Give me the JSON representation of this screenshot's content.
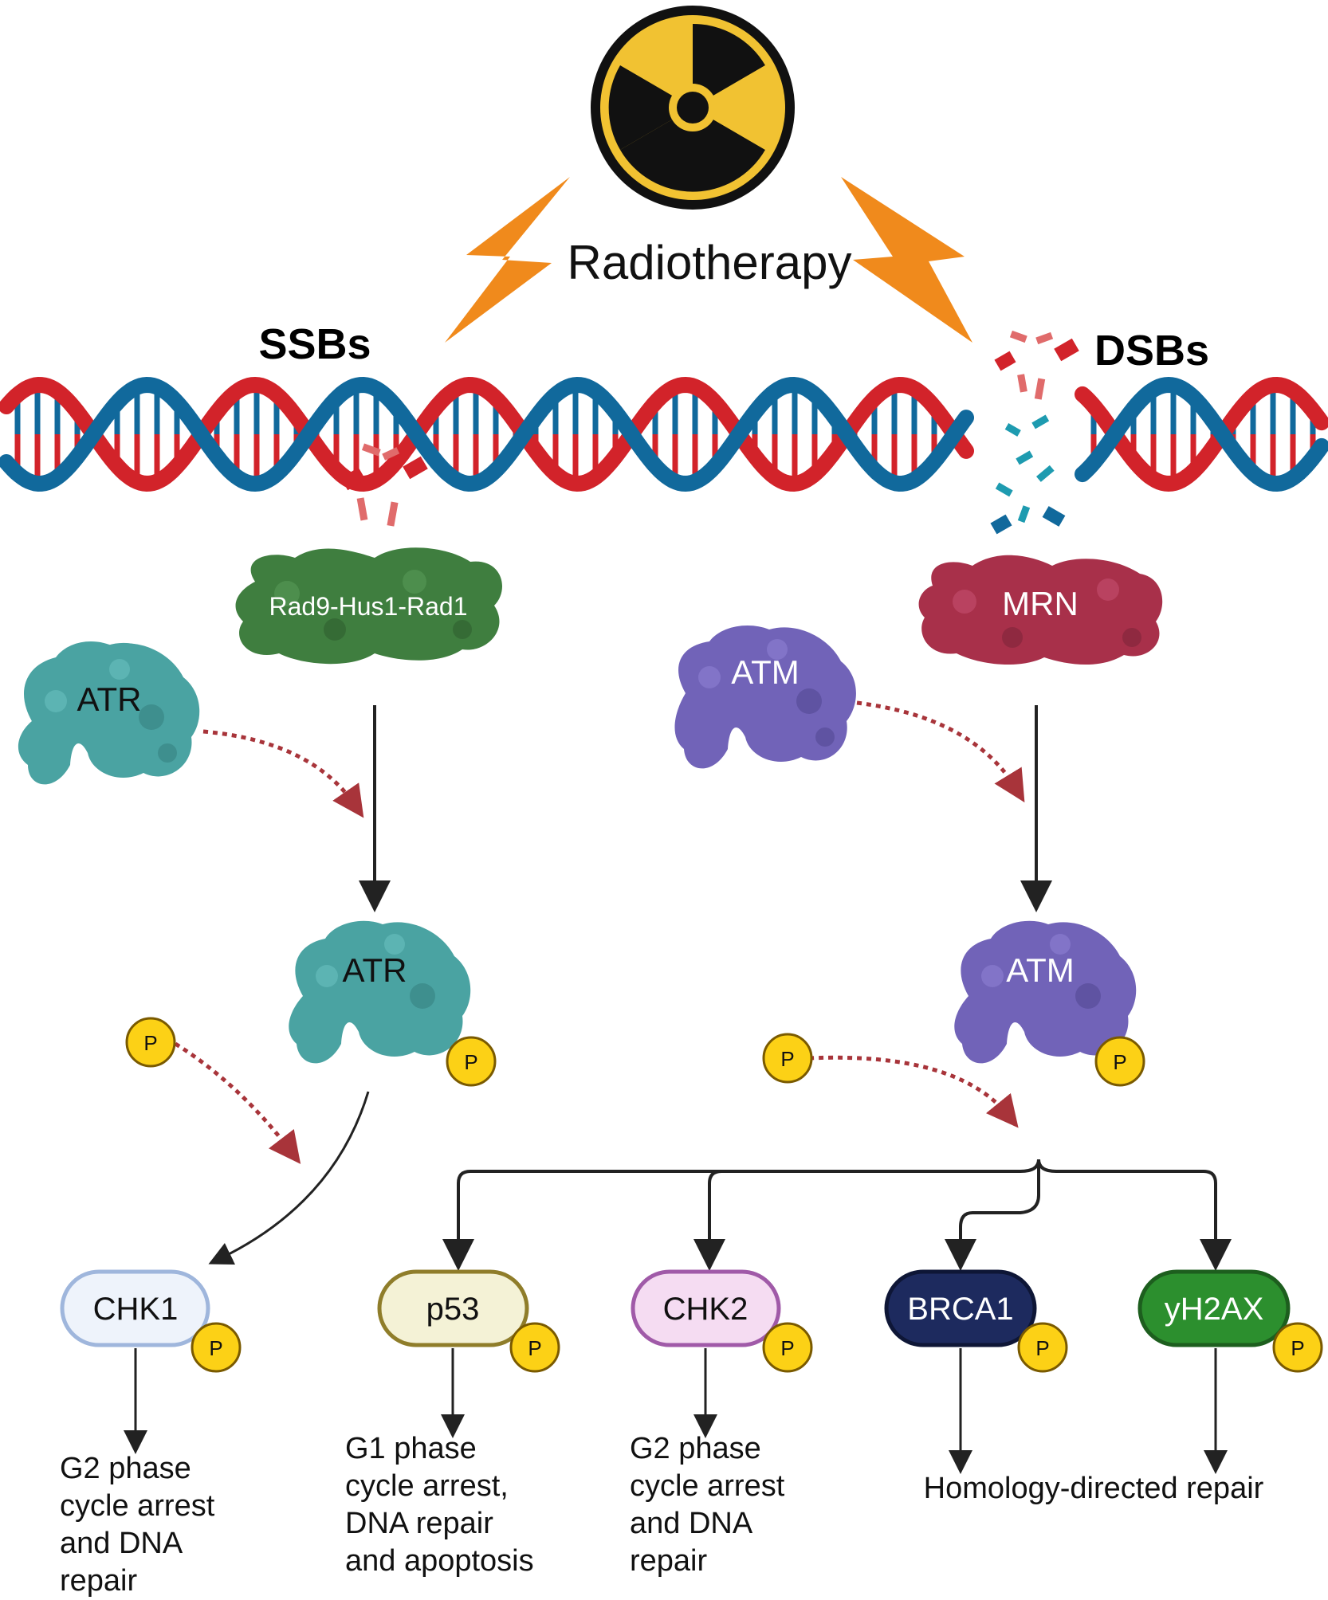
{
  "title": "Radiotherapy",
  "labels": {
    "ssb": "SSBs",
    "dsb": "DSBs"
  },
  "proteins": {
    "rad9": "Rad9-Hus1-Rad1",
    "mrn": "MRN",
    "atr_inactive": "ATR",
    "atr_active": "ATR",
    "atm_inactive": "ATM",
    "atm_active": "ATM"
  },
  "phospho": "P",
  "targets": [
    {
      "id": "chk1",
      "label": "CHK1"
    },
    {
      "id": "p53",
      "label": "p53"
    },
    {
      "id": "chk2",
      "label": "CHK2"
    },
    {
      "id": "brca1",
      "label": "BRCA1"
    },
    {
      "id": "yh2ax",
      "label": "yH2AX"
    }
  ],
  "outcomes": {
    "chk1": [
      "G2 phase",
      "cycle arrest",
      "and DNA",
      "repair"
    ],
    "p53": [
      "G1 phase",
      "cycle arrest,",
      "DNA repair",
      "and apoptosis"
    ],
    "chk2": [
      "G2 phase",
      "cycle arrest",
      "and DNA",
      "repair"
    ],
    "hdr": "Homology-directed repair"
  },
  "colors": {
    "dna_red": "#d2232a",
    "dna_blue": "#11699c",
    "lightning": "#f08a1c",
    "radiation_yellow": "#f1c232",
    "atr": "#4aa3a2",
    "atm": "#7163b8",
    "rad9": "#3f7e3f",
    "mrn": "#a8304a",
    "phospho_yellow": "#fcd116",
    "dotted_arrow": "#a8343a"
  }
}
